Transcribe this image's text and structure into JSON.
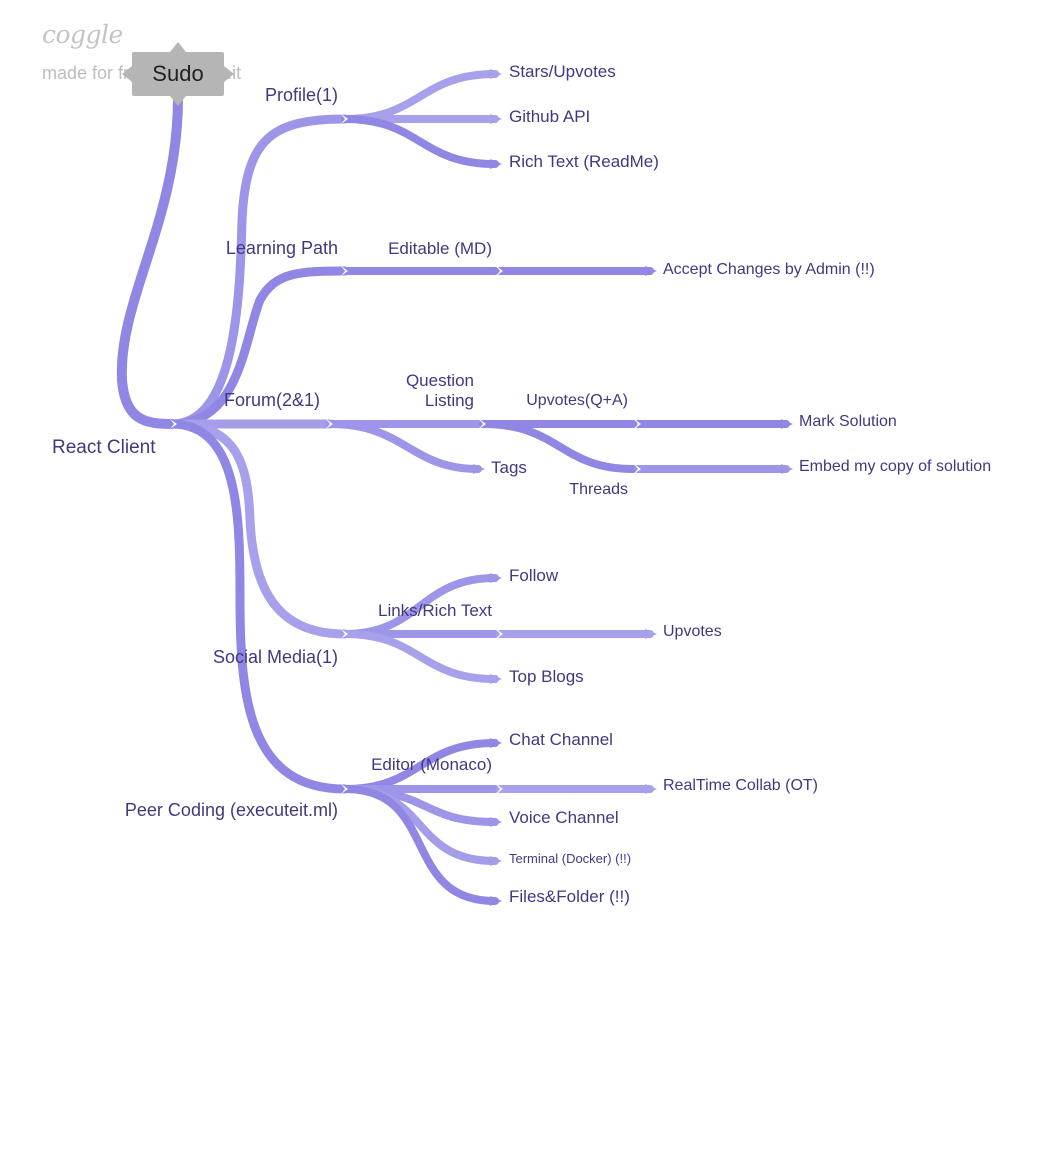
{
  "watermark": {
    "logo": "coggle",
    "text": "made for free at coggle.it"
  },
  "root": {
    "label": "Sudo"
  },
  "colors": {
    "branch": "#8f87e3",
    "branch_light": "#a7a0ea",
    "text": "#3f3a80",
    "root_bg": "#b5b5b5"
  },
  "nodes": {
    "react_client": "React Client",
    "profile": "Profile(1)",
    "stars_upvotes": "Stars/Upvotes",
    "github_api": "Github API",
    "rich_text_readme": "Rich Text (ReadMe)",
    "learning_path": "Learning Path",
    "editable_md": "Editable (MD)",
    "accept_changes": "Accept Changes by Admin (!!)",
    "forum": "Forum(2&1)",
    "question_listing_1": "Question",
    "question_listing_2": "Listing",
    "tags": "Tags",
    "upvotes_qa": "Upvotes(Q+A)",
    "threads": "Threads",
    "mark_solution": "Mark Solution",
    "embed_solution": "Embed my copy of solution",
    "social_media": "Social Media(1)",
    "links_rich_text": "Links/Rich Text",
    "follow": "Follow",
    "upvotes": "Upvotes",
    "top_blogs": "Top Blogs",
    "peer_coding": "Peer Coding (executeit.ml)",
    "editor_monaco": "Editor (Monaco)",
    "chat_channel": "Chat Channel",
    "realtime_collab": "RealTime Collab (OT)",
    "voice_channel": "Voice Channel",
    "terminal_docker": "Terminal (Docker) (!!)",
    "files_folder": "Files&Folder (!!)"
  }
}
